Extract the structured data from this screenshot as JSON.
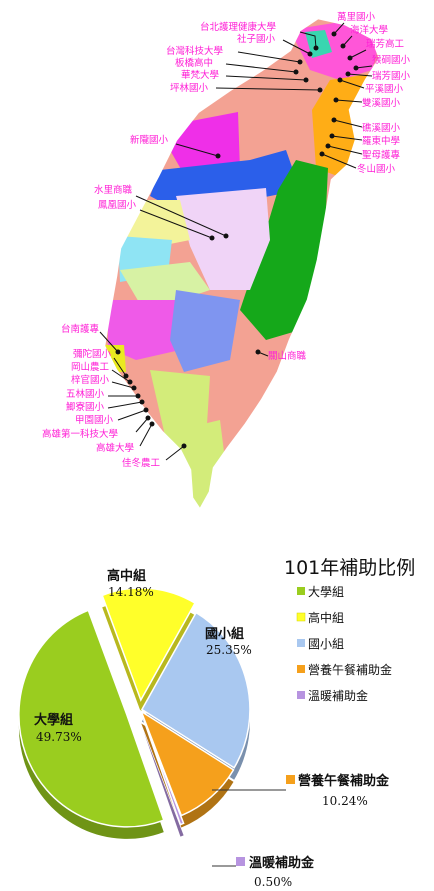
{
  "map": {
    "labels": [
      {
        "id": "wanli",
        "text": "萬里國小"
      },
      {
        "id": "ntunhs",
        "text": "台北護理健康大學"
      },
      {
        "id": "haiyang",
        "text": "海洋大學"
      },
      {
        "id": "shezi",
        "text": "社子國小"
      },
      {
        "id": "ruifang-hv",
        "text": "瑞芳高工"
      },
      {
        "id": "ntust",
        "text": "台灣科技大學"
      },
      {
        "id": "chilu",
        "text": "猴硐國小"
      },
      {
        "id": "banqiao",
        "text": "板橋高中"
      },
      {
        "id": "ruifang-es",
        "text": "瑞芳國小"
      },
      {
        "id": "huafan",
        "text": "華梵大學"
      },
      {
        "id": "pingxi",
        "text": "平溪國小"
      },
      {
        "id": "pinglin",
        "text": "坪林國小"
      },
      {
        "id": "shuangxi",
        "text": "雙溪國小"
      },
      {
        "id": "yuanshan",
        "text": "礁溪國小"
      },
      {
        "id": "luodong",
        "text": "羅東中學"
      },
      {
        "id": "shengmu",
        "text": "聖母護專"
      },
      {
        "id": "dongshan",
        "text": "冬山國小"
      },
      {
        "id": "xinlong",
        "text": "新隴國小"
      },
      {
        "id": "shuili",
        "text": "水里商職"
      },
      {
        "id": "fenghuang",
        "text": "鳳凰國小"
      },
      {
        "id": "tainan",
        "text": "台南護專"
      },
      {
        "id": "guanshan",
        "text": "關山商職"
      },
      {
        "id": "mituo",
        "text": "彌陀國小"
      },
      {
        "id": "gangshan",
        "text": "岡山農工"
      },
      {
        "id": "ziguan",
        "text": "梓官國小"
      },
      {
        "id": "wulin",
        "text": "五林國小"
      },
      {
        "id": "kaoliao",
        "text": "鯽寮國小"
      },
      {
        "id": "jiawei",
        "text": "甲園國小"
      },
      {
        "id": "nkfust",
        "text": "高雄第一科技大學"
      },
      {
        "id": "nuk",
        "text": "高雄大學"
      },
      {
        "id": "jiadong",
        "text": "佳冬農工"
      }
    ]
  },
  "chart_data": {
    "type": "pie",
    "title": "101年補助比例",
    "slices": [
      {
        "name": "大學組",
        "value": 49.73,
        "label": "49.73%",
        "color": "#9acd1f"
      },
      {
        "name": "高中組",
        "value": 14.18,
        "label": "14.18%",
        "color": "#ffff2a"
      },
      {
        "name": "國小組",
        "value": 25.35,
        "label": "25.35%",
        "color": "#a9c8f0"
      },
      {
        "name": "營養午餐補助金",
        "value": 10.24,
        "label": "10.24%",
        "color": "#f5a01c"
      },
      {
        "name": "溫暖補助金",
        "value": 0.5,
        "label": "0.50%",
        "color": "#b794e0"
      }
    ],
    "legend": {
      "placement": "right",
      "entries": [
        "大學組",
        "高中組",
        "國小組",
        "營養午餐補助金",
        "溫暖補助金"
      ]
    }
  }
}
